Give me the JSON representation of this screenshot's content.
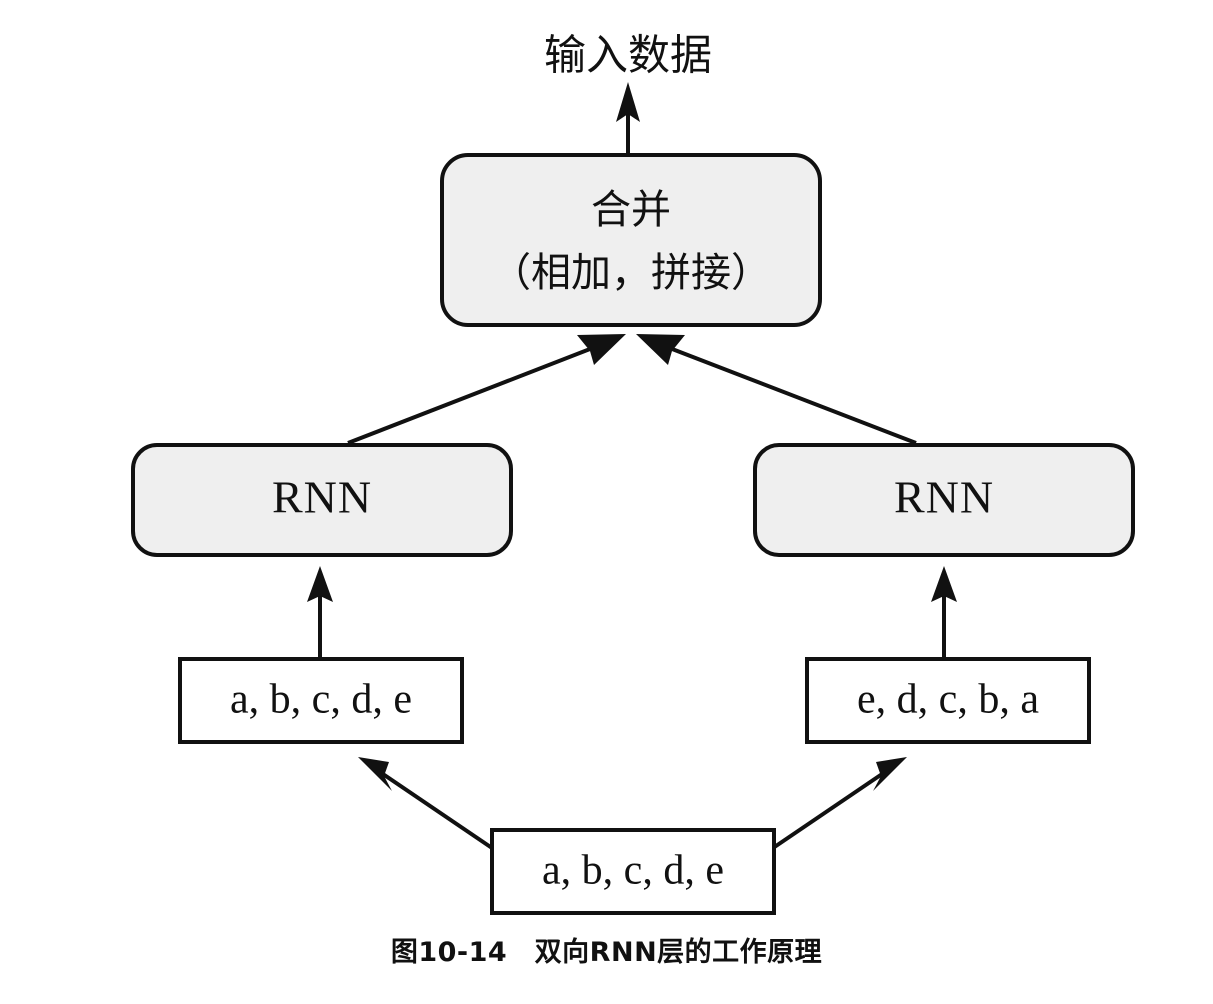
{
  "figure": {
    "caption": "图10-14　双向RNN层的工作原理",
    "top_label": "输入数据",
    "merge_box": {
      "line1": "合并",
      "line2": "（相加，拼接）"
    },
    "rnn_left_label": "RNN",
    "rnn_right_label": "RNN",
    "sequence_forward_top": "a, b, c, d, e",
    "sequence_reversed_top": "e, d, c, b, a",
    "sequence_input_bottom": "a, b, c, d, e",
    "colors": {
      "box_gray_fill": "#efefef",
      "box_white_fill": "#ffffff",
      "stroke": "#111111",
      "background": "#ffffff",
      "caption_color": "#111111"
    }
  }
}
